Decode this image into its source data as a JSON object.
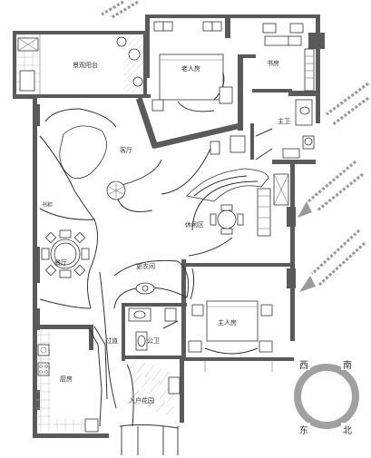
{
  "rooms": {
    "service_balcony": "景观阳台",
    "elder_room": "老人房",
    "study": "书房",
    "bath_master": "主卫",
    "living": "客厅",
    "side_label": "书柜",
    "dining_room": "餐厅",
    "leisure": "休闲区",
    "dressing": "更衣间",
    "master_bedroom": "主人房",
    "public_bath": "公卫",
    "corridor": "过道",
    "kitchen": "厨房",
    "entrance": "入户花园"
  },
  "compass": {
    "north": "北",
    "east": "东",
    "south": "南",
    "west": "西"
  },
  "colors": {
    "wall": "#5a5a5a",
    "arrow": "#9a9a9a",
    "compass_ring": "#a0a0a0"
  }
}
